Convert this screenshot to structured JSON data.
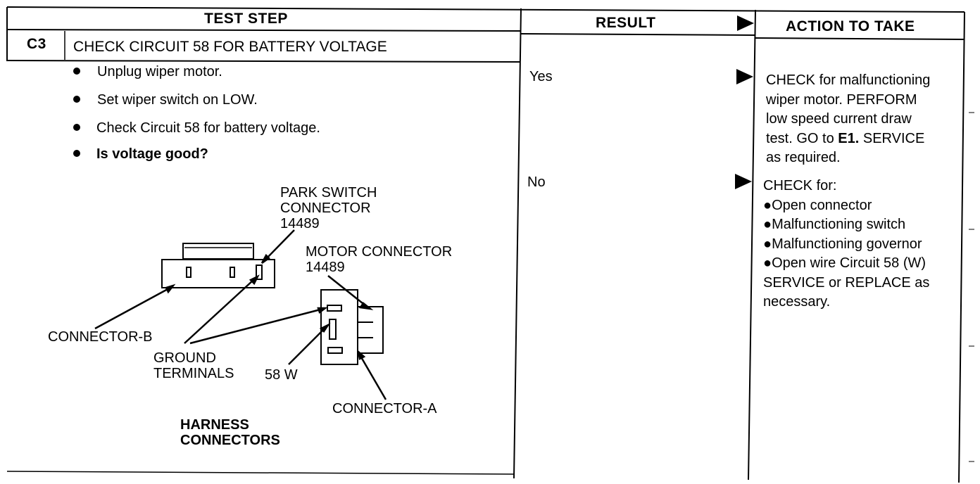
{
  "headers": {
    "test_step": "TEST STEP",
    "result": "RESULT",
    "action": "ACTION TO TAKE"
  },
  "step": {
    "id": "C3",
    "title": "CHECK CIRCUIT 58 FOR BATTERY VOLTAGE",
    "bullets": [
      "Unplug wiper motor.",
      "Set wiper switch on LOW.",
      "Check Circuit 58 for battery voltage.",
      "Is voltage good?"
    ]
  },
  "diagram": {
    "park_switch": "PARK SWITCH\nCONNECTOR\n14489",
    "motor_connector": "MOTOR CONNECTOR\n14489",
    "connector_b": "CONNECTOR-B",
    "ground_terminals": "GROUND\nTERMINALS",
    "w58": "58 W",
    "connector_a": "CONNECTOR-A",
    "harness": "HARNESS\nCONNECTORS"
  },
  "results": [
    {
      "label": "Yes",
      "action_line1_pre": "CHECK for malfunctioning\nwiper motor. PERFORM\nlow speed current draw\ntest. GO to ",
      "action_emph": "E1.",
      "action_post": " SERVICE\nas required."
    },
    {
      "label": "No",
      "action": "CHECK for:\n●Open connector\n●Malfunctioning switch\n●Malfunctioning governor\n●Open wire Circuit 58 (W)\nSERVICE or REPLACE as\nnecessary."
    }
  ]
}
